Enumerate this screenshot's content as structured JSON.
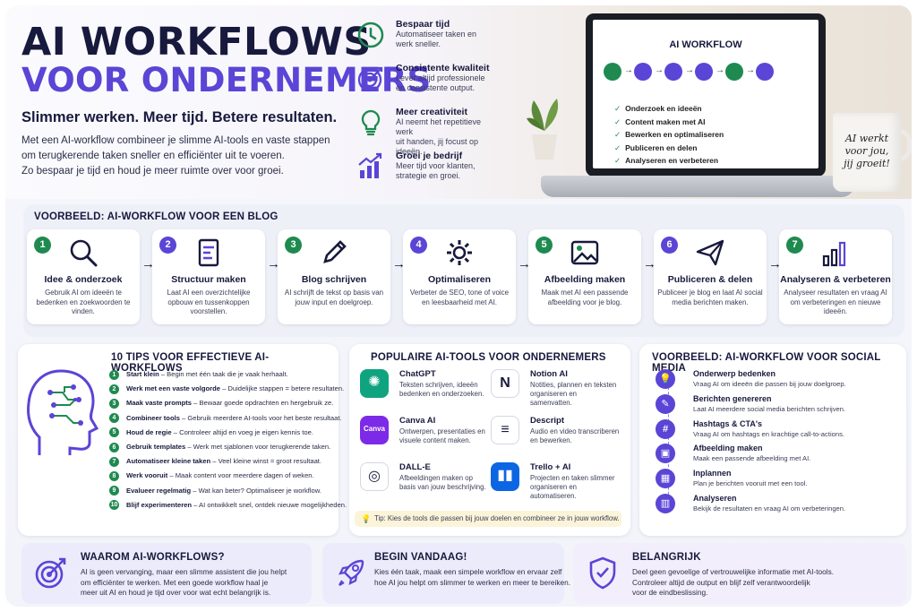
{
  "header": {
    "title_line1": "AI WORKFLOWS",
    "title_line2": "VOOR ONDERNEMERS",
    "tagline": "Slimmer werken. Meer tijd. Betere resultaten.",
    "intro_lines": [
      "Met een AI-workflow combineer je slimme AI-tools en vaste stappen",
      "om terugkerende taken sneller en efficiënter uit te voeren.",
      "Zo bespaar je tijd en houd je meer ruimte over voor groei."
    ]
  },
  "benefits": [
    {
      "icon": "clock-icon",
      "title": "Bespaar tijd",
      "lines": [
        "Automatiseer taken en",
        "werk sneller."
      ]
    },
    {
      "icon": "target-icon",
      "title": "Consistente kwaliteit",
      "lines": [
        "Lever altijd professionele",
        "en consistente output."
      ]
    },
    {
      "icon": "lightbulb-icon",
      "title": "Meer creativiteit",
      "lines": [
        "AI neemt het repetitieve werk",
        "uit handen, jij focust op ideeën."
      ]
    },
    {
      "icon": "growth-chart-icon",
      "title": "Groei je bedrijf",
      "lines": [
        "Meer tijd voor klanten,",
        "strategie en groei."
      ]
    }
  ],
  "laptop": {
    "title": "AI WORKFLOW",
    "items": [
      "Onderzoek en ideeën",
      "Content maken met AI",
      "Bewerken en optimaliseren",
      "Publiceren en delen",
      "Analyseren en verbeteren"
    ]
  },
  "mug": {
    "lines": [
      "AI werkt",
      "voor jou,",
      "jij groeit!"
    ]
  },
  "blog": {
    "title": "VOORBEELD: AI-WORKFLOW VOOR EEN BLOG",
    "steps": [
      {
        "num": "1",
        "icon": "magnifier-icon",
        "title": "Idee & onderzoek",
        "desc": "Gebruik AI om ideeën te bedenken en zoekwoorden te vinden."
      },
      {
        "num": "2",
        "icon": "document-structure-icon",
        "title": "Structuur maken",
        "desc": "Laat AI een overzichtelijke opbouw en tussenkoppen voorstellen."
      },
      {
        "num": "3",
        "icon": "pencil-icon",
        "title": "Blog schrijven",
        "desc": "AI schrijft de tekst op basis van jouw input en doelgroep."
      },
      {
        "num": "4",
        "icon": "gear-icon",
        "title": "Optimaliseren",
        "desc": "Verbeter de SEO, tone of voice en leesbaarheid met AI."
      },
      {
        "num": "5",
        "icon": "image-icon",
        "title": "Afbeelding maken",
        "desc": "Maak met AI een passende afbeelding voor je blog."
      },
      {
        "num": "6",
        "icon": "paper-plane-icon",
        "title": "Publiceren & delen",
        "desc": "Publiceer je blog en laat AI social media berichten maken."
      },
      {
        "num": "7",
        "icon": "bar-chart-icon",
        "title": "Analyseren & verbeteren",
        "desc": "Analyseer resultaten en vraag AI om verbeteringen en nieuwe ideeën."
      }
    ]
  },
  "tips": {
    "title": "10 TIPS VOOR EFFECTIEVE AI-WORKFLOWS",
    "items": [
      {
        "num": "1",
        "bold": "Start klein",
        "text": " – Begin met één taak die je vaak herhaalt."
      },
      {
        "num": "2",
        "bold": "Werk met een vaste volgorde",
        "text": " – Duidelijke stappen = betere resultaten."
      },
      {
        "num": "3",
        "bold": "Maak vaste prompts",
        "text": " – Bewaar goede opdrachten en hergebruik ze."
      },
      {
        "num": "4",
        "bold": "Combineer tools",
        "text": " – Gebruik meerdere AI-tools voor het beste resultaat."
      },
      {
        "num": "5",
        "bold": "Houd de regie",
        "text": " – Controleer altijd en voeg je eigen kennis toe."
      },
      {
        "num": "6",
        "bold": "Gebruik templates",
        "text": " – Werk met sjablonen voor terugkerende taken."
      },
      {
        "num": "7",
        "bold": "Automatiseer kleine taken",
        "text": " – Veel kleine winst = groot resultaat."
      },
      {
        "num": "8",
        "bold": "Werk vooruit",
        "text": " – Maak content voor meerdere dagen of weken."
      },
      {
        "num": "9",
        "bold": "Evalueer regelmatig",
        "text": " – Wat kan beter? Optimaliseer je workflow."
      },
      {
        "num": "10",
        "bold": "Blijf experimenteren",
        "text": " – AI ontwikkelt snel, ontdek nieuwe mogelijkheden."
      }
    ]
  },
  "tools": {
    "title": "POPULAIRE AI-TOOLS VOOR ONDERNEMERS",
    "items": [
      {
        "name": "ChatGPT",
        "desc": "Teksten schrijven, ideeën bedenken en onderzoeken.",
        "color": "#10a37f",
        "glyph": "✺"
      },
      {
        "name": "Notion AI",
        "desc": "Notities, plannen en teksten organiseren en samenvatten.",
        "color": "#ffffff",
        "glyph": "N"
      },
      {
        "name": "Canva AI",
        "desc": "Ontwerpen, presentaties en visuele content maken.",
        "color": "#7d2ae8",
        "glyph": "Canva"
      },
      {
        "name": "Descript",
        "desc": "Audio en video transcriberen en bewerken.",
        "color": "#ffffff",
        "glyph": "≡"
      },
      {
        "name": "DALL-E",
        "desc": "Afbeeldingen maken op basis van jouw beschrijving.",
        "color": "#ffffff",
        "glyph": "◎"
      },
      {
        "name": "Trello + AI",
        "desc": "Projecten en taken slimmer organiseren en automatiseren.",
        "color": "#0c66e4",
        "glyph": "▮▮"
      }
    ],
    "tip": "Tip: Kies de tools die passen bij jouw doelen en combineer ze in jouw workflow."
  },
  "social": {
    "title": "VOORBEELD: AI-WORKFLOW VOOR SOCIAL MEDIA",
    "steps": [
      {
        "icon": "lightbulb-icon",
        "title": "Onderwerp bedenken",
        "desc": "Vraag AI om ideeën die passen bij jouw doelgroep."
      },
      {
        "icon": "pencil-icon",
        "title": "Berichten genereren",
        "desc": "Laat AI meerdere social media berichten schrijven."
      },
      {
        "icon": "hashtag-icon",
        "title": "Hashtags & CTA's",
        "desc": "Vraag AI om hashtags en krachtige call-to-actions."
      },
      {
        "icon": "image-icon",
        "title": "Afbeelding maken",
        "desc": "Maak een passende afbeelding met AI."
      },
      {
        "icon": "calendar-icon",
        "title": "Inplannen",
        "desc": "Plan je berichten vooruit met een tool."
      },
      {
        "icon": "bar-chart-icon",
        "title": "Analyseren",
        "desc": "Bekijk de resultaten en vraag AI om verbeteringen."
      }
    ]
  },
  "bottom": [
    {
      "icon": "target-icon",
      "title": "WAAROM AI-WORKFLOWS?",
      "lines": [
        "AI is geen vervanging, maar een slimme assistent die jou helpt",
        "om efficiënter te werken. Met een goede workflow haal je",
        "meer uit AI en houd je tijd over voor wat echt belangrijk is."
      ]
    },
    {
      "icon": "rocket-icon",
      "title": "BEGIN VANDAAG!",
      "lines": [
        "Kies één taak, maak een simpele workflow en ervaar zelf",
        "hoe AI jou helpt om slimmer te werken en meer te bereiken."
      ]
    },
    {
      "icon": "shield-check-icon",
      "title": "BELANGRIJK",
      "lines": [
        "Deel geen gevoelige of vertrouwelijke informatie met AI-tools.",
        "Controleer altijd de output en blijf zelf verantwoordelijk",
        "voor de eindbeslissing."
      ]
    }
  ],
  "colors": {
    "navy": "#17193d",
    "purple": "#5a45d6",
    "green": "#1f8a50"
  }
}
